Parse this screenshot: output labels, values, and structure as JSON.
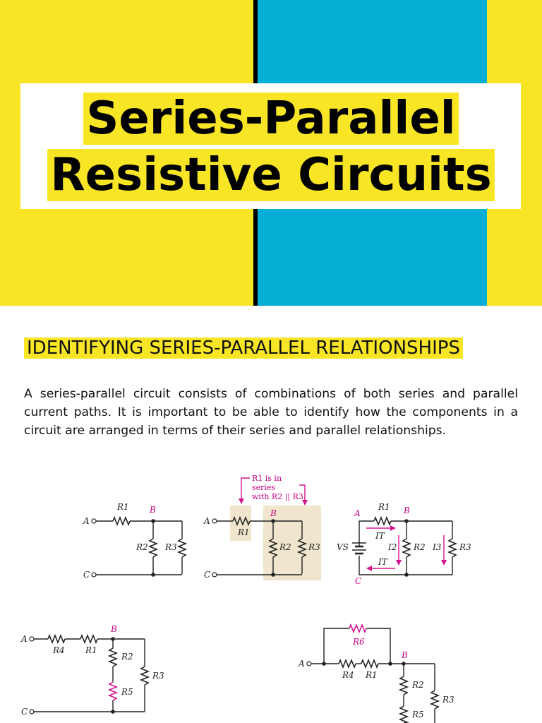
{
  "title": {
    "line1": "Series-Parallel",
    "line2": "Resistive Circuits"
  },
  "section_heading": "IDENTIFYING SERIES-PARALLEL RELATIONSHIPS",
  "paragraph": "A series-parallel circuit consists of combinations of both series and parallel current paths. It is important to be able to identify how the components in a circuit are arranged in terms of their series and parallel relationships.",
  "colors": {
    "yellow": "#f8e626",
    "cyan": "#05aed5",
    "magenta": "#d2148f"
  },
  "diagrams": {
    "fig1": {
      "node_a": "A",
      "node_b": "B",
      "node_c": "C",
      "r1": "R1",
      "r2": "R2",
      "r3": "R3"
    },
    "fig2": {
      "node_a": "A",
      "node_b": "B",
      "node_c": "C",
      "r1": "R1",
      "r2": "R2",
      "r3": "R3",
      "note_line1": "R1 is in",
      "note_line2": "series",
      "note_line3": "with R2 || R3."
    },
    "fig3": {
      "node_a": "A",
      "node_b": "B",
      "node_c": "C",
      "r1": "R1",
      "r2": "R2",
      "r3": "R3",
      "source": "VS",
      "it_top": "IT",
      "it_bottom": "IT",
      "i2": "I2",
      "i3": "I3"
    },
    "fig4": {
      "node_a": "A",
      "node_b": "B",
      "node_c": "C",
      "r1": "R1",
      "r2": "R2",
      "r3": "R3",
      "r4": "R4",
      "r5": "R5"
    },
    "fig5": {
      "node_a": "A",
      "node_b": "B",
      "r1": "R1",
      "r2": "R2",
      "r3": "R3",
      "r4": "R4",
      "r5": "R5",
      "r6": "R6"
    }
  }
}
